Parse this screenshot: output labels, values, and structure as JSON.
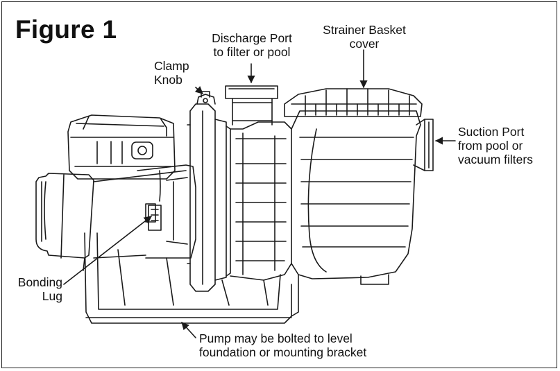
{
  "figure": {
    "title": "Figure 1"
  },
  "labels": {
    "discharge": [
      "Discharge Port",
      "to filter or pool"
    ],
    "strainer": [
      "Strainer Basket",
      "cover"
    ],
    "clamp": [
      "Clamp",
      "Knob"
    ],
    "suction": [
      "Suction Port",
      "from pool or",
      "vacuum filters"
    ],
    "bonding": [
      "Bonding",
      "Lug"
    ],
    "bolted": [
      "Pump may be bolted to level",
      "foundation or mounting bracket"
    ]
  },
  "colors": {
    "line": "#1a1a1a",
    "background": "#ffffff"
  }
}
